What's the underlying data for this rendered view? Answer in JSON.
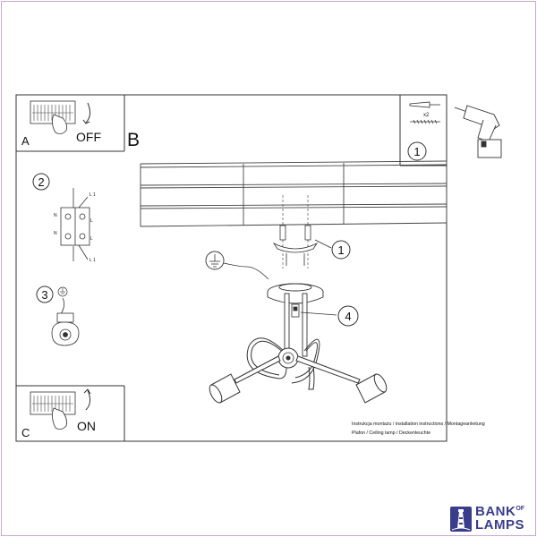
{
  "panels": {
    "a": {
      "letter": "A",
      "state": "OFF"
    },
    "b": {
      "letter": "B"
    },
    "c": {
      "letter": "C",
      "state": "ON"
    }
  },
  "steps": {
    "one_top": "1",
    "two": "2",
    "three": "3",
    "one_callout": "1",
    "four": "4"
  },
  "hardware": {
    "quantity": "x2"
  },
  "wiring": {
    "n": "N",
    "l": "L",
    "l1": "L 1"
  },
  "caption": {
    "line1": "Instrukcja montażu / installation instructions / Montageanleitung",
    "line2": "Plafon / Ceiling lamp / Deckenleuchte"
  },
  "brand": {
    "line1": "BANK",
    "of": "OF",
    "line2": "LAMPS",
    "color": "#3a3d8c"
  }
}
